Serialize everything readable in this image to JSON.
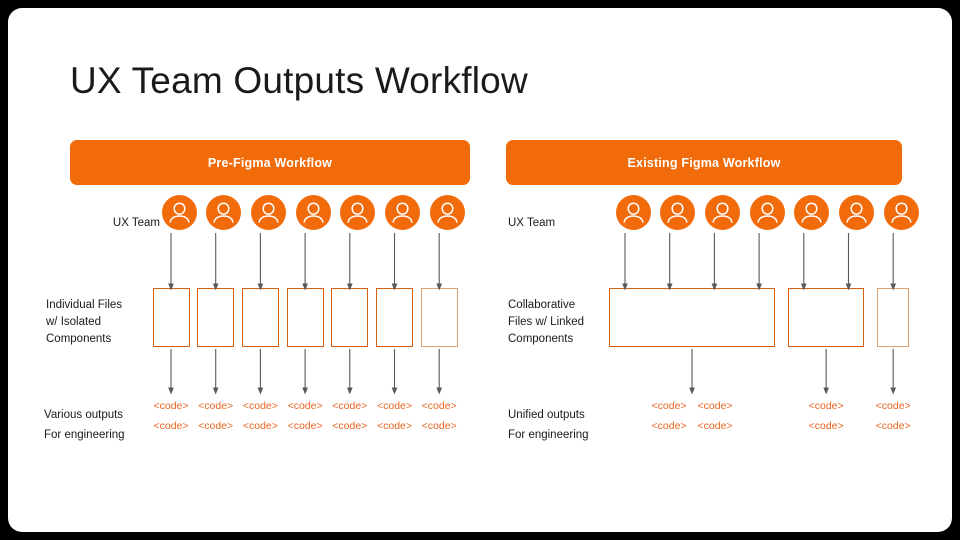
{
  "slide": {
    "title": "UX Team Outputs Workflow",
    "background": "#ffffff",
    "frame_color": "#000000",
    "accent_orange": "#F26B0A",
    "box_border": "#D2600E",
    "box_border_faded": "#DDA273",
    "code_color": "#E8641E",
    "arrow_color": "#595959"
  },
  "panels": [
    {
      "id": "pre-figma",
      "header": "Pre-Figma Workflow",
      "rows": {
        "team_label": "UX Team",
        "files_label": "Individual Files\nw/ Isolated\nComponents",
        "files_label_lines": [
          "Individual Files",
          "w/ Isolated",
          "Components"
        ],
        "outputs_label_lines": [
          "Various outputs",
          "For engineering"
        ]
      },
      "avatar_count": 7,
      "avatar_icon": "person-icon",
      "boxes": [
        {
          "index": 0,
          "inputs": 1,
          "outputs": 1,
          "faded": false
        },
        {
          "index": 1,
          "inputs": 1,
          "outputs": 1,
          "faded": false
        },
        {
          "index": 2,
          "inputs": 1,
          "outputs": 1,
          "faded": false
        },
        {
          "index": 3,
          "inputs": 1,
          "outputs": 1,
          "faded": false
        },
        {
          "index": 4,
          "inputs": 1,
          "outputs": 1,
          "faded": false
        },
        {
          "index": 5,
          "inputs": 1,
          "outputs": 1,
          "faded": false
        },
        {
          "index": 6,
          "inputs": 1,
          "outputs": 1,
          "faded": true
        }
      ],
      "code_columns": 7,
      "code_rows": 2,
      "code_text": "<code>"
    },
    {
      "id": "existing-figma",
      "header": "Existing Figma Workflow",
      "rows": {
        "team_label": "UX Team",
        "files_label": "Collaborative\nFiles w/ Linked\nComponents",
        "files_label_lines": [
          "Collaborative",
          "Files w/ Linked",
          "Components"
        ],
        "outputs_label_lines": [
          "Unified outputs",
          "For engineering"
        ]
      },
      "avatar_count": 7,
      "avatar_icon": "person-icon",
      "boxes": [
        {
          "index": 0,
          "inputs": 4,
          "outputs": 1,
          "faded": false
        },
        {
          "index": 1,
          "inputs": 2,
          "outputs": 1,
          "faded": false
        },
        {
          "index": 2,
          "inputs": 1,
          "outputs": 1,
          "faded": true
        }
      ],
      "code_columns": 4,
      "code_rows": 2,
      "code_text": "<code>"
    }
  ]
}
